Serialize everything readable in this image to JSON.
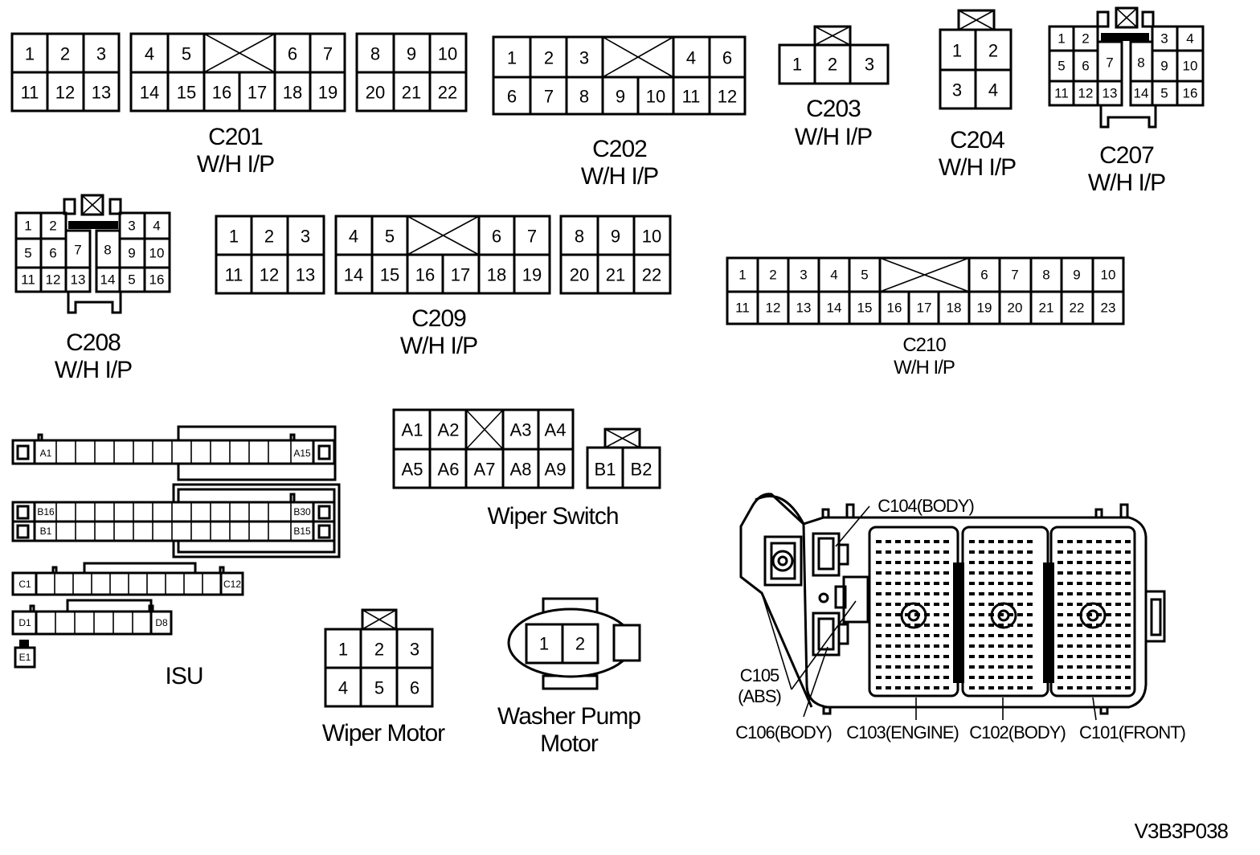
{
  "drawing_id": "V3B3P038",
  "connectors": {
    "c201": {
      "name": "C201",
      "sub": "W/H I/P",
      "blocks": [
        {
          "top": [
            "1",
            "2",
            "3"
          ],
          "bottom": [
            "11",
            "12",
            "13"
          ]
        },
        {
          "top": [
            "4",
            "5",
            "",
            "6",
            "7"
          ],
          "bottom": [
            "14",
            "15",
            "16",
            "17",
            "18",
            "19"
          ]
        },
        {
          "top": [
            "8",
            "9",
            "10"
          ],
          "bottom": [
            "20",
            "21",
            "22"
          ]
        }
      ]
    },
    "c202": {
      "name": "C202",
      "sub": "W/H I/P",
      "top": [
        "1",
        "2",
        "3",
        "",
        "4",
        "6"
      ],
      "bottom": [
        "6",
        "7",
        "8",
        "9",
        "10",
        "11",
        "12"
      ]
    },
    "c203": {
      "name": "C203",
      "sub": "W/H I/P",
      "pins": [
        "1",
        "2",
        "3"
      ]
    },
    "c204": {
      "name": "C204",
      "sub": "W/H I/P",
      "pins": [
        "1",
        "2",
        "3",
        "4"
      ]
    },
    "c207": {
      "name": "C207",
      "sub": "W/H I/P",
      "left_top": [
        "1",
        "2"
      ],
      "left_mid": [
        "5",
        "6",
        "7"
      ],
      "left_bot": [
        "11",
        "12",
        "13"
      ],
      "right_top": [
        "3",
        "4"
      ],
      "right_mid": [
        "8",
        "9",
        "10"
      ],
      "right_bot": [
        "14",
        "5",
        "16"
      ]
    },
    "c208": {
      "name": "C208",
      "sub": "W/H I/P",
      "left_top": [
        "1",
        "2"
      ],
      "left_mid": [
        "5",
        "6",
        "7"
      ],
      "left_bot": [
        "11",
        "12",
        "13"
      ],
      "right_top": [
        "3",
        "4"
      ],
      "right_mid": [
        "8",
        "9",
        "10"
      ],
      "right_bot": [
        "14",
        "5",
        "16"
      ]
    },
    "c209": {
      "name": "C209",
      "sub": "W/H I/P",
      "blocks": [
        {
          "top": [
            "1",
            "2",
            "3"
          ],
          "bottom": [
            "11",
            "12",
            "13"
          ]
        },
        {
          "top": [
            "4",
            "5",
            "",
            "6",
            "7"
          ],
          "bottom": [
            "14",
            "15",
            "16",
            "17",
            "18",
            "19"
          ]
        },
        {
          "top": [
            "8",
            "9",
            "10"
          ],
          "bottom": [
            "20",
            "21",
            "22"
          ]
        }
      ]
    },
    "c210": {
      "name": "C210",
      "sub": "W/H I/P",
      "top": [
        "1",
        "2",
        "3",
        "4",
        "5",
        "",
        "6",
        "7",
        "8",
        "9",
        "10"
      ],
      "bottom": [
        "11",
        "12",
        "13",
        "14",
        "15",
        "16",
        "17",
        "18",
        "19",
        "20",
        "21",
        "22",
        "23"
      ]
    },
    "wiper_switch": {
      "name": "Wiper Switch",
      "top": [
        "A1",
        "A2",
        "",
        "A3",
        "A4"
      ],
      "bottom": [
        "A5",
        "A6",
        "A7",
        "A8",
        "A9"
      ],
      "aux": [
        "B1",
        "B2"
      ]
    },
    "wiper_motor": {
      "name": "Wiper Motor",
      "top": [
        "1",
        "2",
        "3"
      ],
      "bottom": [
        "4",
        "5",
        "6"
      ]
    },
    "washer_pump": {
      "name_line1": "Washer Pump",
      "name_line2": "Motor",
      "pins": [
        "1",
        "2"
      ]
    },
    "isu": {
      "name": "ISU",
      "row_a": {
        "first": "A1",
        "last": "A15"
      },
      "row_b_top": {
        "first": "B16",
        "last": "B30"
      },
      "row_b_bot": {
        "first": "B1",
        "last": "B15"
      },
      "row_c": {
        "first": "C1",
        "last": "C12"
      },
      "row_d": {
        "first": "D1",
        "last": "D8"
      },
      "row_e": "E1"
    }
  },
  "fuse_box": {
    "c104": "C104(BODY)",
    "c105_line1": "C105",
    "c105_line2": "(ABS)",
    "c106": "C106(BODY)",
    "c103": "C103(ENGINE)",
    "c102": "C102(BODY)",
    "c101": "C101(FRONT)"
  }
}
